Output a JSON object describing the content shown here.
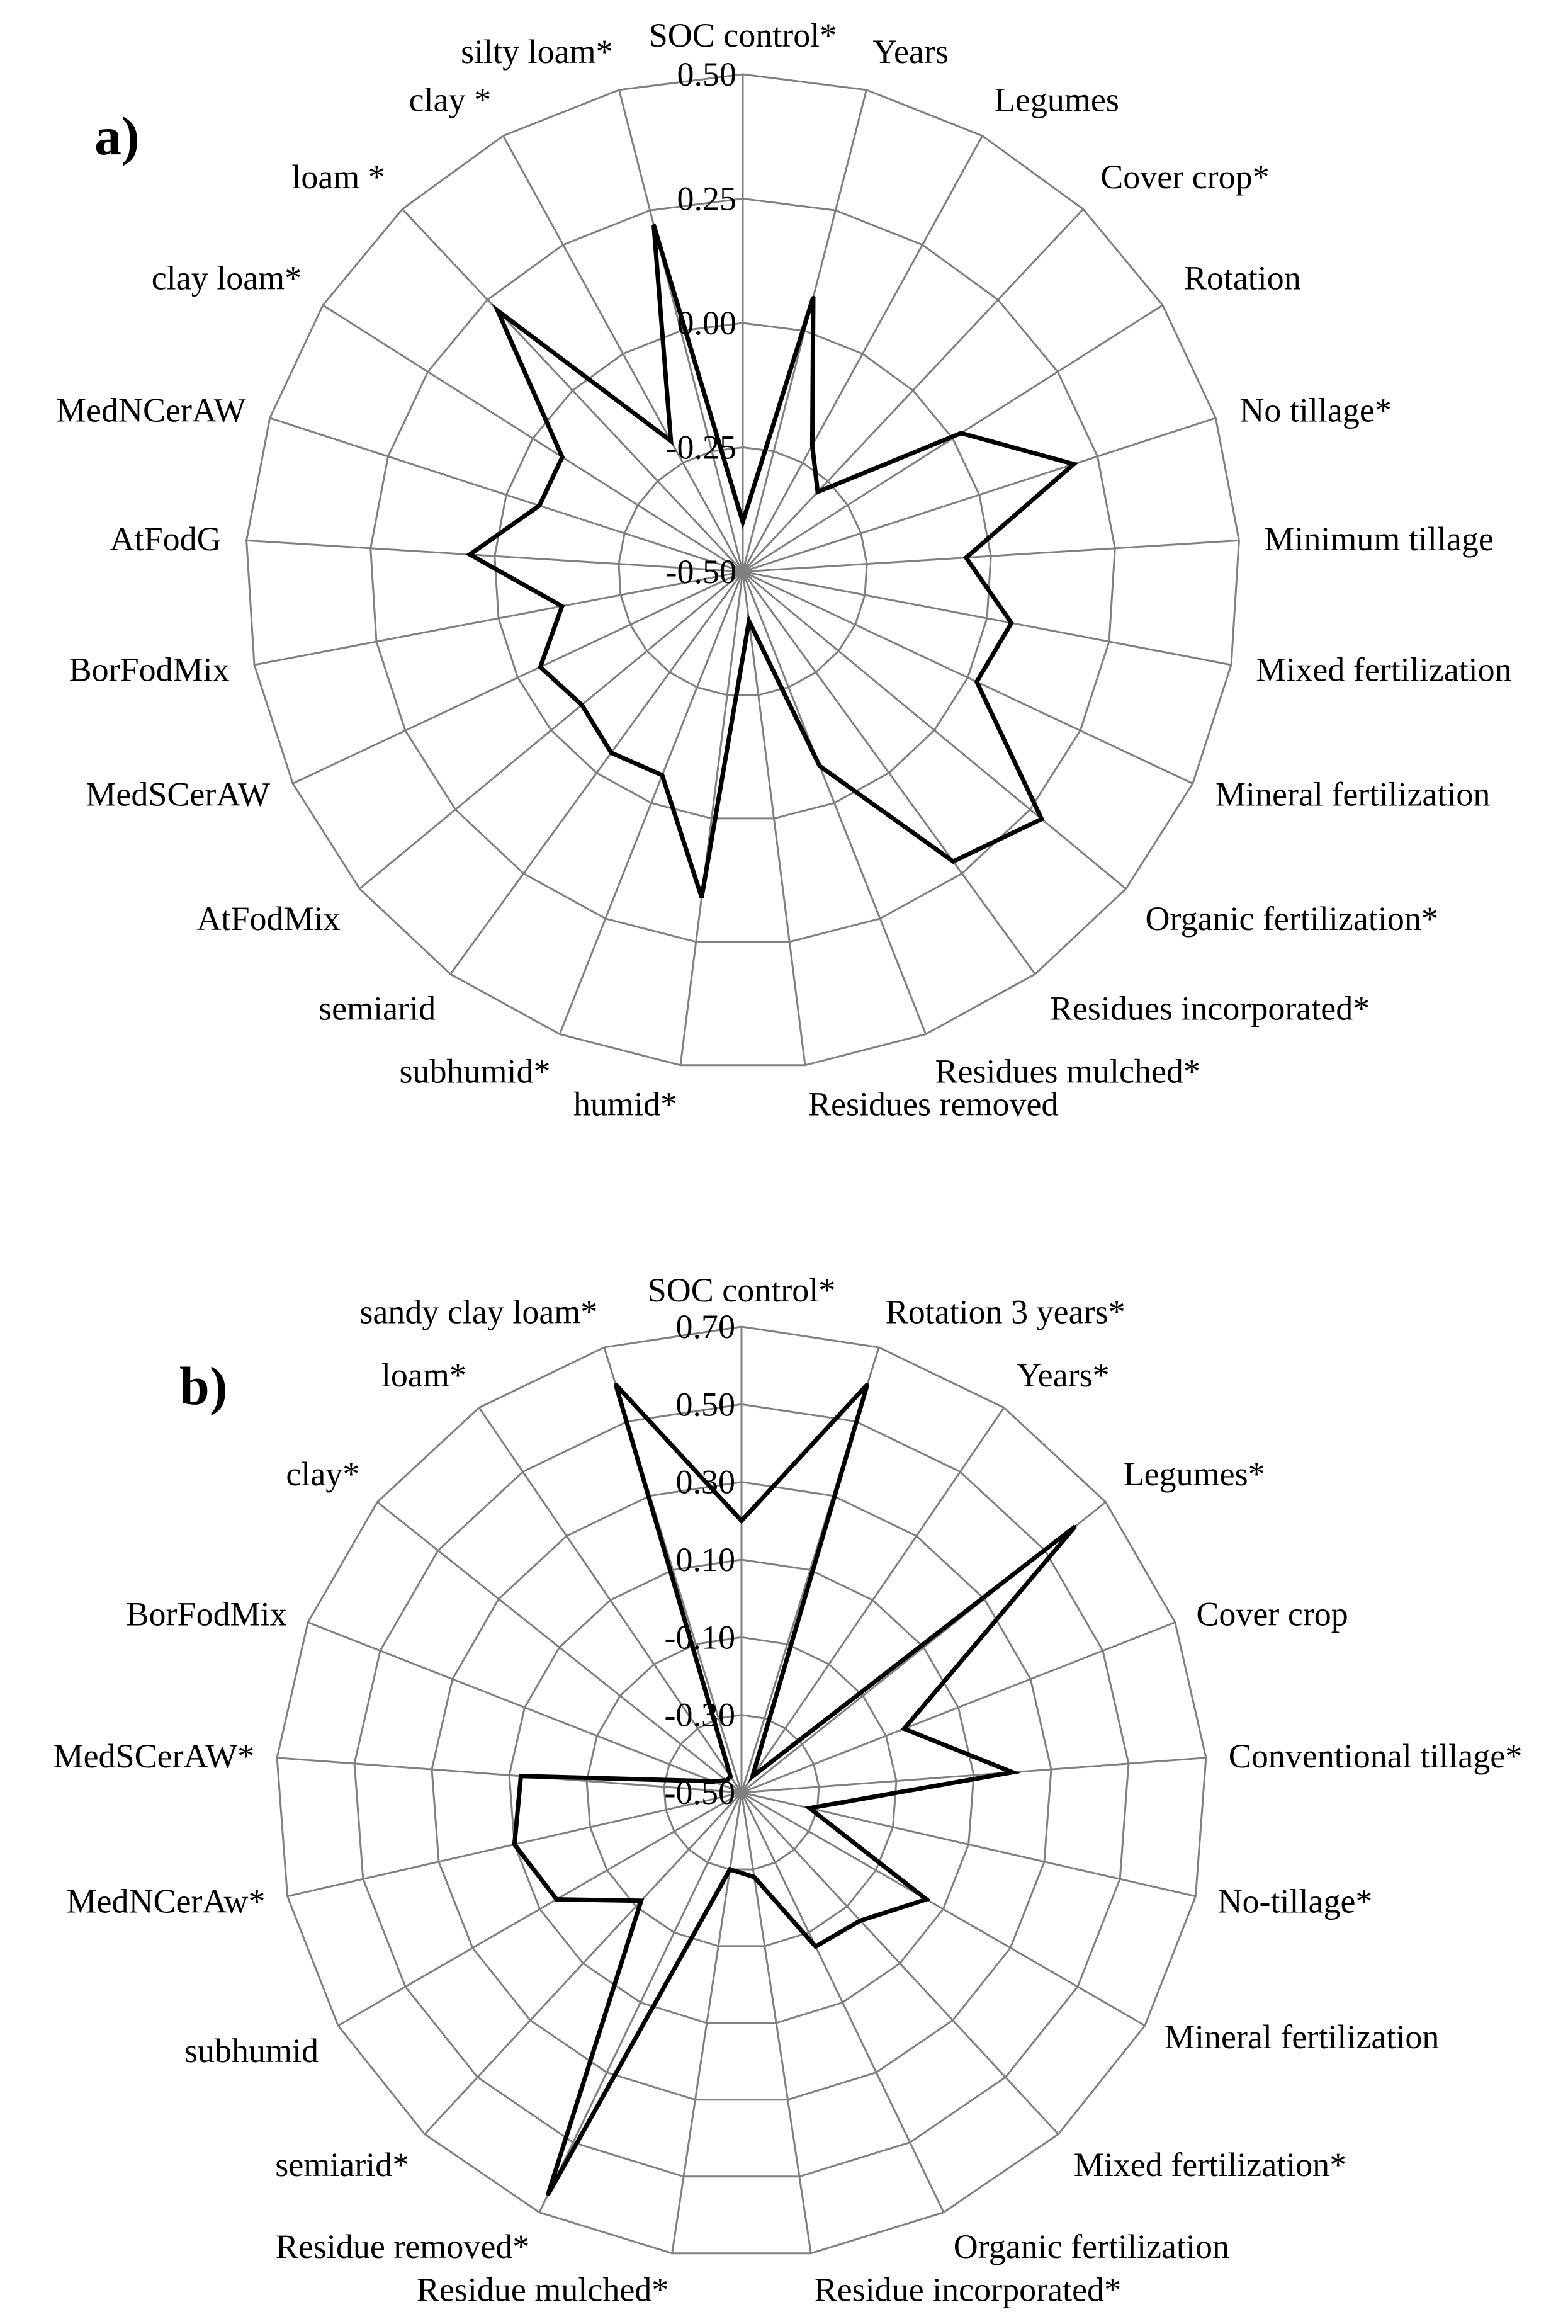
{
  "chart_data": [
    {
      "type": "radar",
      "panel_label": "a)",
      "ticks": [
        "0.50",
        "0.25",
        "0.00",
        "-0.25",
        "-0.50"
      ],
      "tick_values": [
        0.5,
        0.25,
        0.0,
        -0.25,
        -0.5
      ],
      "range": [
        -0.5,
        0.5
      ],
      "grid": true,
      "line_color": "#000000",
      "grid_color": "#808080",
      "categories": [
        "SOC control*",
        "Years",
        "Legumes",
        "Cover crop*",
        "Rotation",
        "No tillage*",
        "Minimum tillage",
        "Mixed fertilization",
        "Mineral fertilization",
        "Organic fertilization*",
        "Residues incorporated*",
        "Residues mulched*",
        "Residues removed",
        "humid*",
        "subhumid*",
        "semiarid",
        "AtFodMix",
        "MedSCerAW",
        "BorFodMix",
        "AtFodG",
        "MedNCerAW",
        "clay loam*",
        "loam *",
        "clay *",
        "silty loam*"
      ],
      "values": [
        -0.4,
        0.07,
        -0.21,
        -0.28,
        0.02,
        0.2,
        -0.05,
        0.05,
        0.02,
        0.28,
        0.22,
        -0.08,
        -0.4,
        0.16,
        -0.06,
        -0.05,
        -0.08,
        -0.05,
        -0.13,
        0.05,
        -0.07,
        -0.07,
        0.22,
        -0.2,
        0.22
      ]
    },
    {
      "type": "radar",
      "panel_label": "b)",
      "ticks": [
        "0.70",
        "0.50",
        "0.30",
        "0.10",
        "-0.10",
        "-0.30",
        "-0.50"
      ],
      "tick_values": [
        0.7,
        0.5,
        0.3,
        0.1,
        -0.1,
        -0.3,
        -0.5
      ],
      "range": [
        -0.5,
        0.7
      ],
      "grid": true,
      "line_color": "#000000",
      "grid_color": "#808080",
      "categories": [
        "SOC control*",
        "Rotation 3 years*",
        "Years*",
        "Legumes*",
        "Cover crop",
        "Conventional tillage*",
        "No-tillage*",
        "Mineral fertilization",
        "Mixed fertilization*",
        "Organic fertilization",
        "Residue incorporated*",
        "Residue mulched*",
        "Residue removed*",
        "semiarid*",
        "subhumid",
        "MedNCerAw*",
        "MedSCerAW*",
        "BorFodMix",
        "clay*",
        "loam*",
        "sandy clay loam*"
      ],
      "values": [
        0.2,
        0.6,
        -0.45,
        0.6,
        -0.05,
        0.2,
        -0.32,
        0.05,
        -0.05,
        -0.06,
        -0.28,
        -0.3,
        0.65,
        -0.12,
        0.05,
        0.1,
        0.07,
        -0.42,
        -0.45,
        -0.45,
        0.6
      ]
    }
  ]
}
